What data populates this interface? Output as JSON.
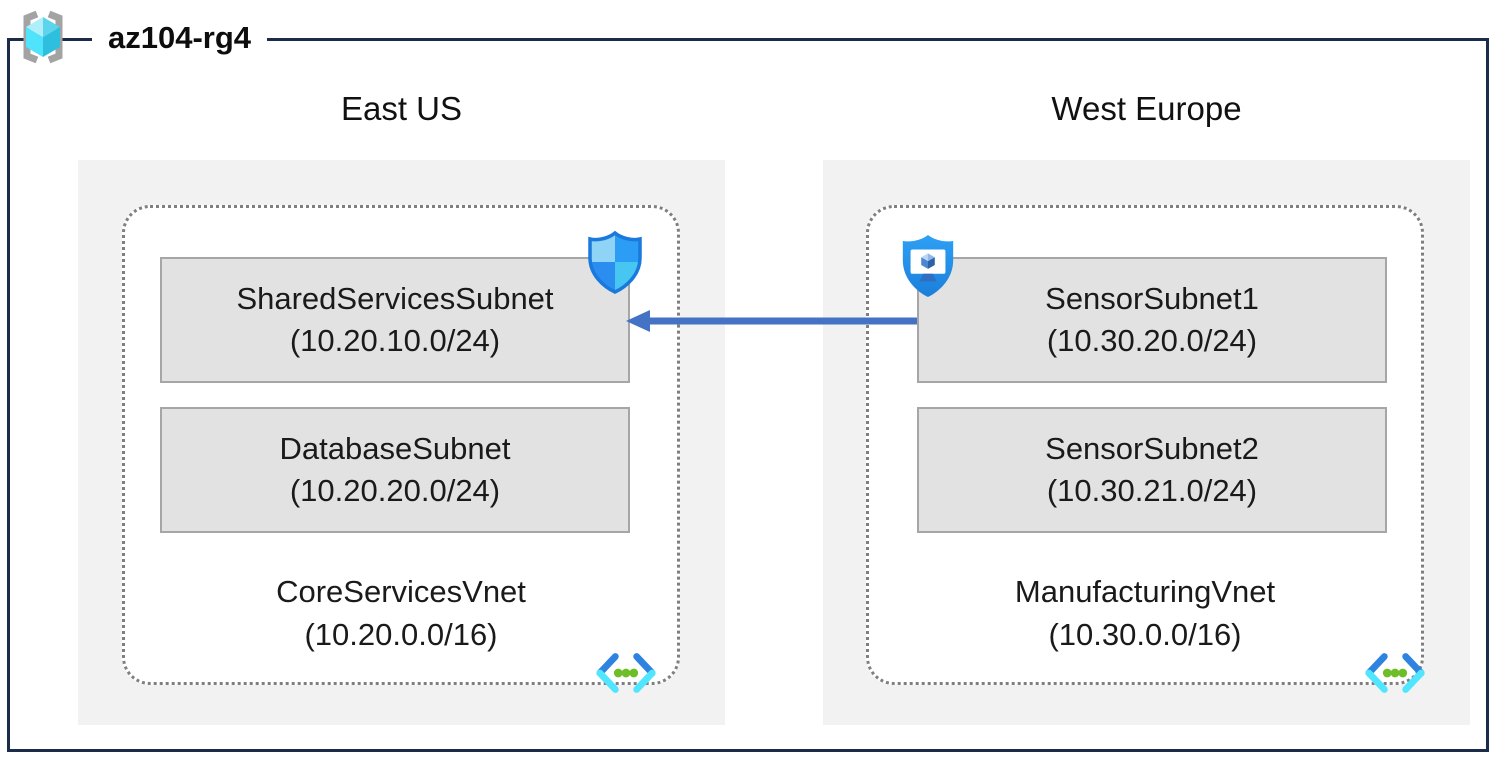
{
  "diagram": {
    "title": "az104-rg4",
    "regions": [
      {
        "name": "East US",
        "vnet": {
          "name": "CoreServicesVnet",
          "cidr": "(10.20.0.0/16)",
          "subnets": [
            {
              "name": "SharedServicesSubnet",
              "cidr": "(10.20.10.0/24)"
            },
            {
              "name": "DatabaseSubnet",
              "cidr": "(10.20.20.0/24)"
            }
          ]
        }
      },
      {
        "name": "West Europe",
        "vnet": {
          "name": "ManufacturingVnet",
          "cidr": "(10.30.0.0/16)",
          "subnets": [
            {
              "name": "SensorSubnet1",
              "cidr": "(10.30.20.0/24)"
            },
            {
              "name": "SensorSubnet2",
              "cidr": "(10.30.21.0/24)"
            }
          ]
        }
      }
    ],
    "connection": {
      "from": "SensorSubnet1",
      "to": "SharedServicesSubnet",
      "direction": "right-to-left",
      "color": "#4472c4"
    },
    "icons": {
      "resource_group": "resource-group-icon",
      "nsg_shield": "network-security-group-shield-icon",
      "bastion_shield": "shield-monitor-icon",
      "virtual_network": "virtual-network-icon"
    },
    "colors": {
      "frame_border": "#1b2b4a",
      "region_bg": "#f2f2f2",
      "subnet_bg": "#e2e2e2",
      "subnet_border": "#a6a6a6",
      "vnet_dotted_border": "#7f7f7f",
      "arrow": "#4472c4",
      "rg_cyan": "#50e6ff",
      "vnet_green": "#6ebe28"
    }
  }
}
